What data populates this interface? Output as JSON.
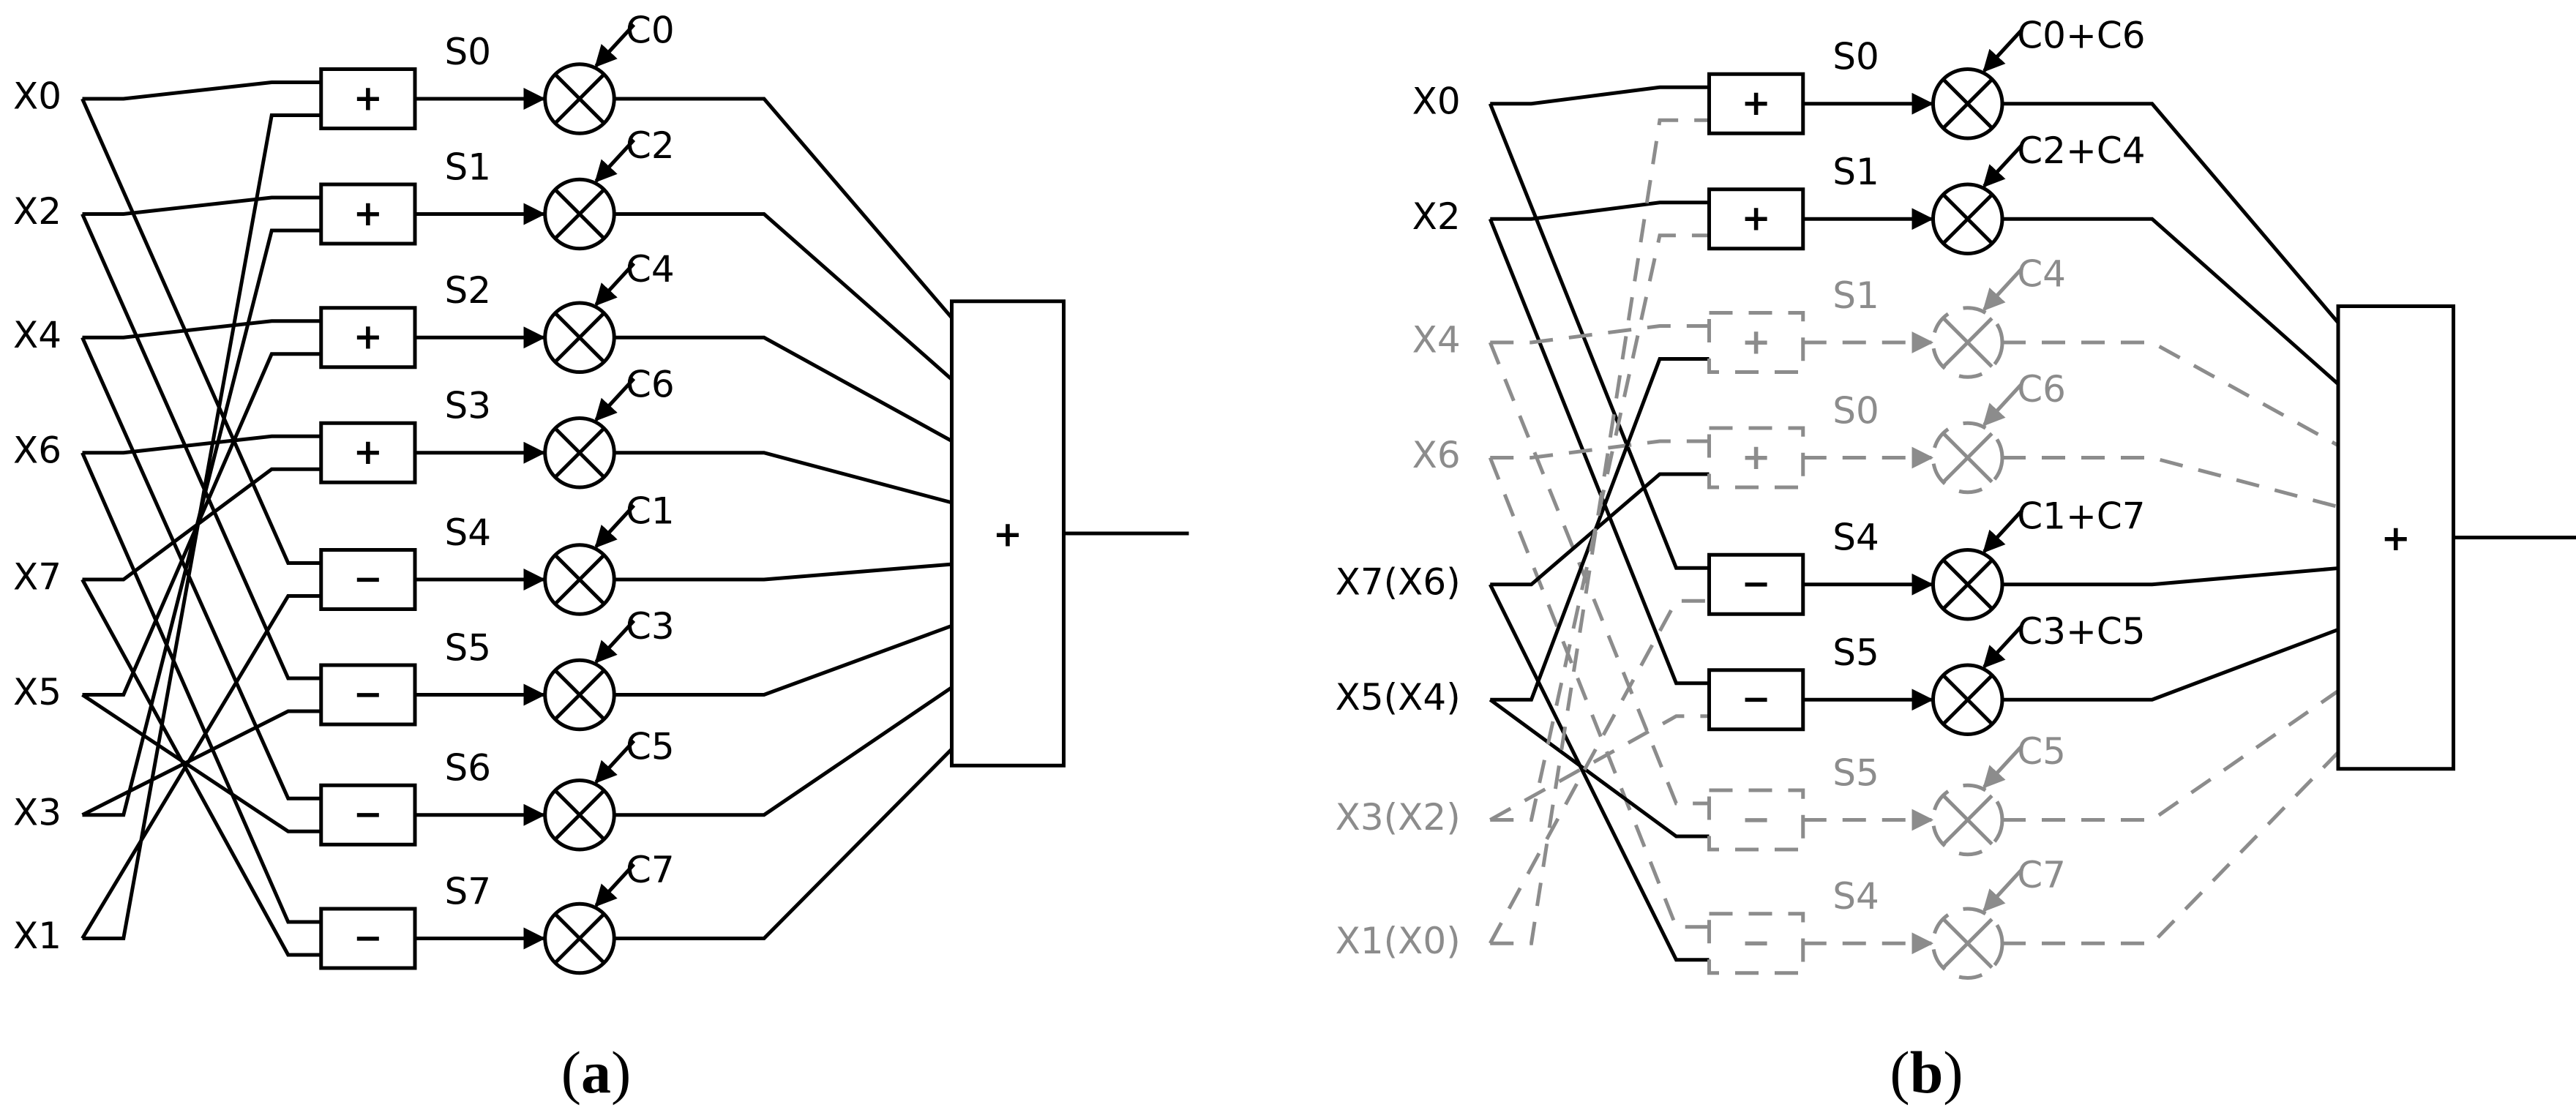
{
  "figure": {
    "panels": [
      {
        "id": "a",
        "caption_prefix": "(",
        "caption_letter": "a",
        "caption_suffix": ")",
        "inputs": [
          "X0",
          "X2",
          "X4",
          "X6",
          "X7",
          "X5",
          "X3",
          "X1"
        ],
        "ops": [
          "+",
          "+",
          "+",
          "+",
          "−",
          "−",
          "−",
          "−"
        ],
        "sums": [
          "S0",
          "S1",
          "S2",
          "S3",
          "S4",
          "S5",
          "S6",
          "S7"
        ],
        "coeffs": [
          "C0",
          "C2",
          "C4",
          "C6",
          "C1",
          "C3",
          "C5",
          "C7"
        ],
        "gray": [
          false,
          false,
          false,
          false,
          false,
          false,
          false,
          false
        ],
        "adder": "+"
      },
      {
        "id": "b",
        "caption_prefix": "(",
        "caption_letter": "b",
        "caption_suffix": ")",
        "inputs": [
          "X0",
          "X2",
          "X4",
          "X6",
          "X7(X6)",
          "X5(X4)",
          "X3(X2)",
          "X1(X0)"
        ],
        "ops": [
          "+",
          "+",
          "+",
          "+",
          "−",
          "−",
          "−",
          "−"
        ],
        "sums": [
          "S0",
          "S1",
          "S1",
          "S0",
          "S4",
          "S5",
          "S5",
          "S4"
        ],
        "coeffs": [
          "C0+C6",
          "C2+C4",
          "C4",
          "C6",
          "C1+C7",
          "C3+C5",
          "C5",
          "C7"
        ],
        "gray": [
          false,
          false,
          true,
          true,
          false,
          false,
          true,
          true
        ],
        "adder": "+"
      }
    ],
    "colors": {
      "active": "#000000",
      "inactive": "#8c8c8c"
    }
  }
}
